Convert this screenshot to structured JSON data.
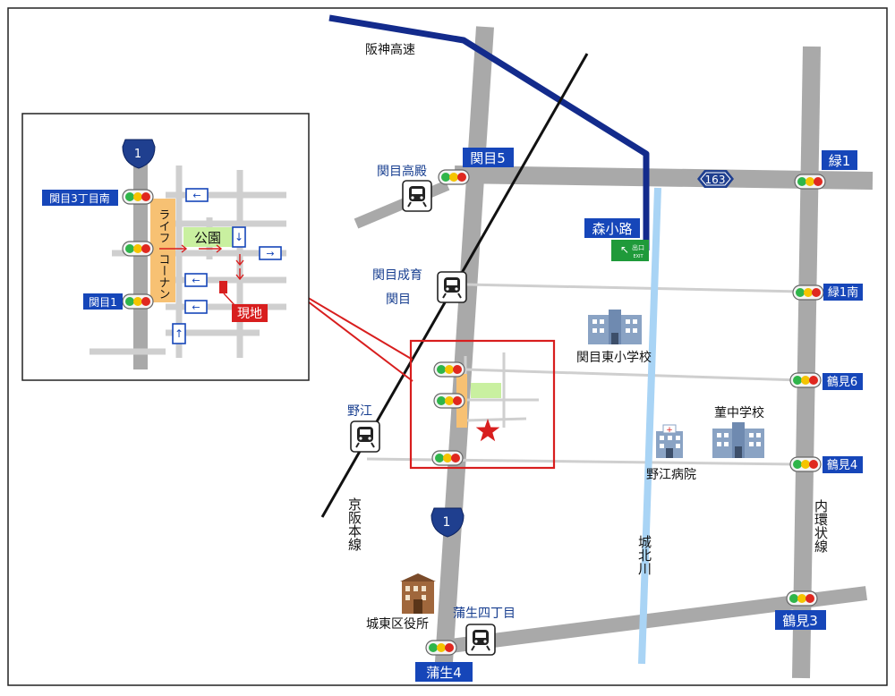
{
  "labels": {
    "hanshin_expressway": "阪神高速",
    "keihan_line": "京阪本線",
    "joto_river": "城北川",
    "naikan_road": "内環状線",
    "shrine_gate_small": "出口",
    "exit_en": "EXIT"
  },
  "intersections": {
    "sekime5": "関目5",
    "midori1": "緑1",
    "midori1_south": "緑1南",
    "tsurumi6": "鶴見6",
    "tsurumi4": "鶴見4",
    "tsurumi3": "鶴見3",
    "gamo4": "蒲生4",
    "morishoji": "森小路"
  },
  "stations": {
    "sekime_takadono": "関目高殿",
    "sekime_seiiku": "関目成育",
    "sekime": "関目",
    "noe": "野江",
    "gamo_4chome": "蒲生四丁目"
  },
  "landmarks": {
    "school_east": "関目東小学校",
    "school_junior": "菫中学校",
    "hospital": "野江病院",
    "ward_office": "城東区役所",
    "route_1": "1",
    "route_163": "163"
  },
  "inset": {
    "route_1": "1",
    "sekime_3chome_minami": "関目3丁目南",
    "sekime1": "関目1",
    "store_1": "ライフ",
    "store_2": "コーナン",
    "park": "公園",
    "site": "現地"
  },
  "colors": {
    "road": "#a9a9a9",
    "expressway": "#132b8c",
    "railway": "#111111",
    "river": "#a9d4f5",
    "label_box": "#1646b9",
    "site_marker": "#d81e1e",
    "park": "#c9f0a0",
    "store": "#f7c173"
  }
}
